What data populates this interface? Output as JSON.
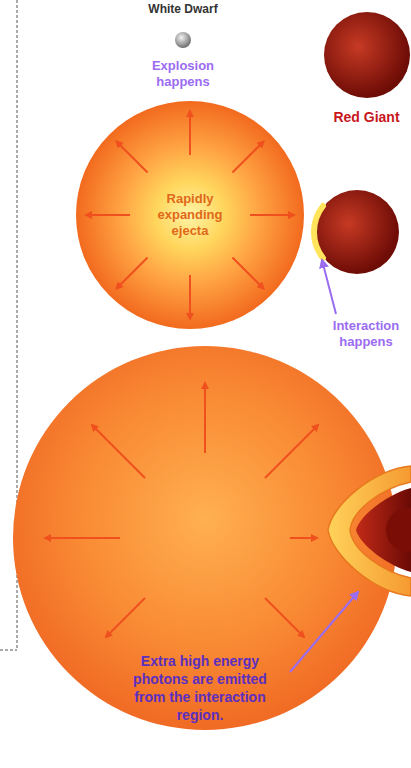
{
  "diagram": {
    "nodes": [
      {
        "text": [
          "White Dwarf"
        ]
      },
      {
        "text": [
          "Red Giant"
        ]
      },
      {
        "text": [
          "Rapidly expanding ejecta"
        ]
      }
    ],
    "labels": [
      "Explosion happens",
      "Interaction happens",
      "Extra high energy photons are emitted from the interaction region."
    ]
  }
}
